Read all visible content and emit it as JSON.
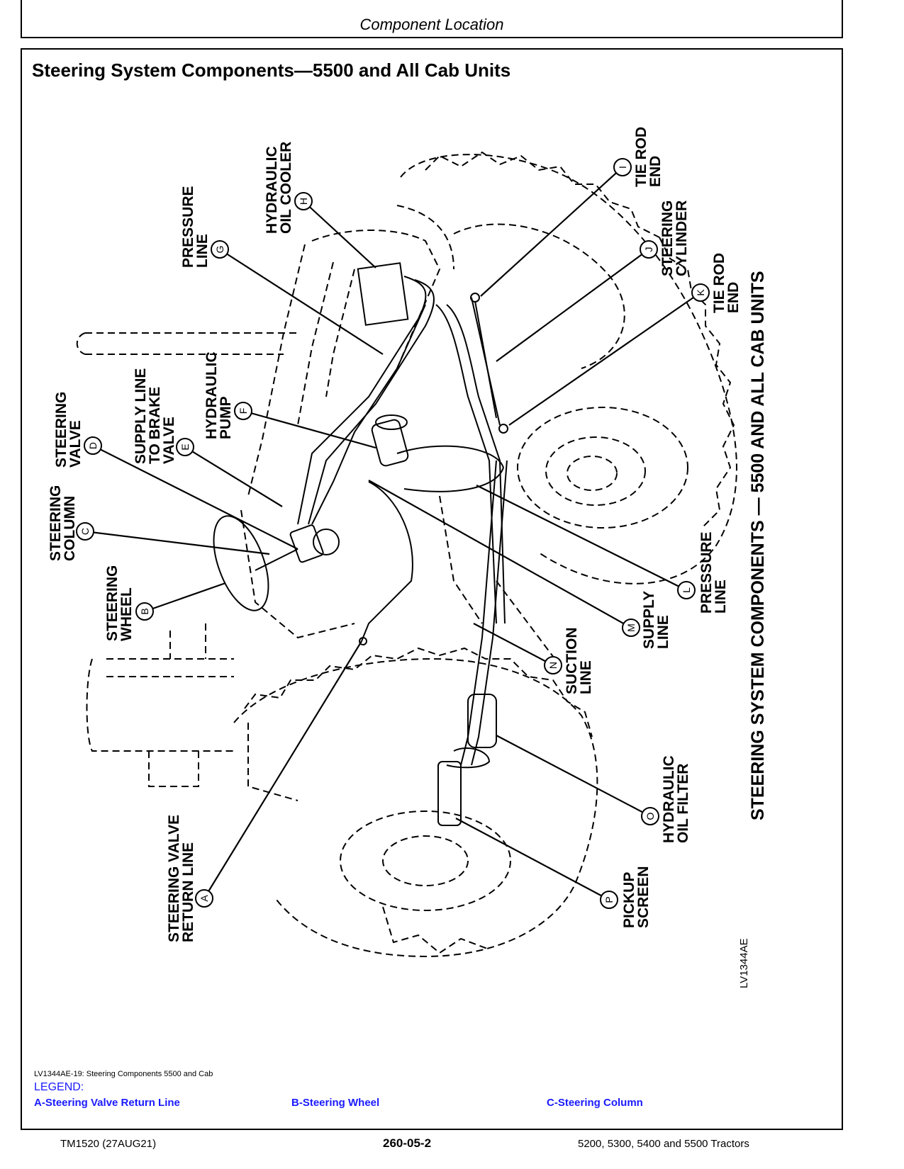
{
  "header": {
    "title": "Component Location"
  },
  "section": {
    "title": "Steering System Components—5500 and All Cab Units"
  },
  "figure": {
    "vertical_title": "STEERING SYSTEM COMPONENTS — 5500 AND ALL CAB UNITS",
    "figure_id": "LV1344AE",
    "callouts": [
      {
        "letter": "A",
        "lines": [
          "STEERING VALVE",
          "RETURN LINE"
        ]
      },
      {
        "letter": "B",
        "lines": [
          "STEERING",
          "WHEEL"
        ]
      },
      {
        "letter": "C",
        "lines": [
          "STEERING",
          "COLUMN"
        ]
      },
      {
        "letter": "D",
        "lines": [
          "STEERING",
          "VALVE"
        ]
      },
      {
        "letter": "E",
        "lines": [
          "SUPPLY LINE",
          "TO BRAKE",
          "VALVE"
        ]
      },
      {
        "letter": "F",
        "lines": [
          "HYDRAULIC",
          "PUMP"
        ]
      },
      {
        "letter": "G",
        "lines": [
          "PRESSURE",
          "LINE"
        ]
      },
      {
        "letter": "H",
        "lines": [
          "HYDRAULIC",
          "OIL COOLER"
        ]
      },
      {
        "letter": "I",
        "lines": [
          "TIE ROD",
          "END"
        ]
      },
      {
        "letter": "J",
        "lines": [
          "STEERING",
          "CYLINDER"
        ]
      },
      {
        "letter": "K",
        "lines": [
          "TIE ROD",
          "END"
        ]
      },
      {
        "letter": "L",
        "lines": [
          "PRESSURE",
          "LINE"
        ]
      },
      {
        "letter": "M",
        "lines": [
          "SUPPLY",
          "LINE"
        ]
      },
      {
        "letter": "N",
        "lines": [
          "SUCTION",
          "LINE"
        ]
      },
      {
        "letter": "O",
        "lines": [
          "HYDRAULIC",
          "OIL FILTER"
        ]
      },
      {
        "letter": "P",
        "lines": [
          "PICKUP",
          "SCREEN"
        ]
      }
    ]
  },
  "caption": "LV1344AE-19: Steering Components 5500 and Cab",
  "legend": {
    "heading": "LEGEND:",
    "items": [
      "A-Steering Valve Return Line",
      "B-Steering Wheel",
      "C-Steering Column"
    ]
  },
  "footer": {
    "left": "TM1520 (27AUG21)",
    "center": "260-05-2",
    "right": "5200, 5300, 5400 and 5500 Tractors"
  }
}
